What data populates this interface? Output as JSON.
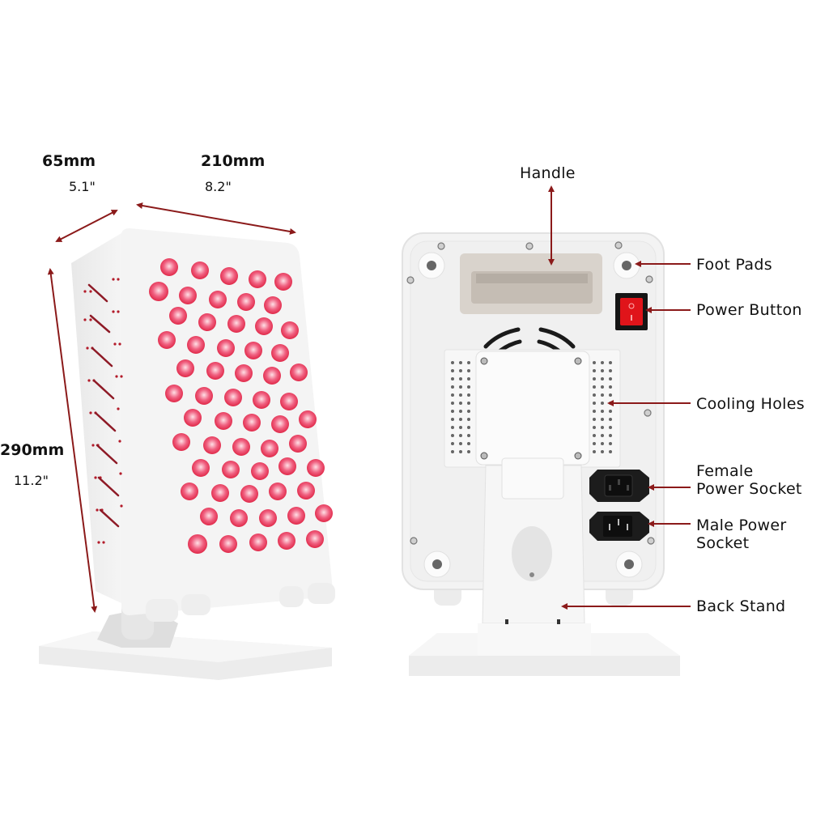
{
  "dimensions": {
    "depth": {
      "metric": "65mm",
      "imperial": "5.1\""
    },
    "width": {
      "metric": "210mm",
      "imperial": "8.2\""
    },
    "height": {
      "metric": "290mm",
      "imperial": "11.2\""
    }
  },
  "callouts": [
    {
      "id": "handle",
      "label": "Handle"
    },
    {
      "id": "foot-pads",
      "label": "Foot Pads"
    },
    {
      "id": "power-button",
      "label": "Power Button"
    },
    {
      "id": "cooling-holes",
      "label": "Cooling Holes"
    },
    {
      "id": "female-socket",
      "line1": "Female",
      "line2": "Power Socket"
    },
    {
      "id": "male-socket",
      "line1": "Male Power",
      "line2": "Socket"
    },
    {
      "id": "back-stand",
      "label": "Back Stand"
    }
  ],
  "colors": {
    "arrow": "#8b1a1a",
    "led": "#ee4466",
    "device_body": "#f2f2f2",
    "handle": "#d9d3cc",
    "switch": "#e0141a"
  },
  "front_view": {
    "led_rows": 12,
    "led_cols": 5
  },
  "back_view": {
    "components": [
      "handle",
      "foot-pads",
      "power-button",
      "fan-grille",
      "cooling-holes",
      "female-power-socket",
      "male-power-socket",
      "back-stand"
    ]
  }
}
